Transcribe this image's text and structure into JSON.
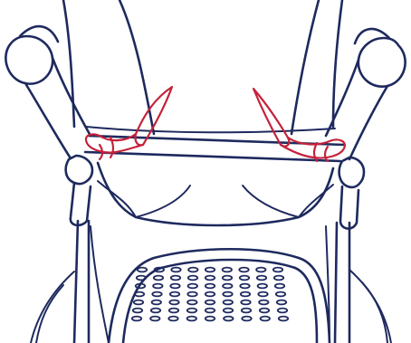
{
  "illustration": {
    "subject": "stroller-seat-strap-attachment",
    "colors": {
      "outline": "#1e2a5e",
      "strap": "#c4223a",
      "background": "#ffffff"
    },
    "seat_mesh": {
      "rows": 7,
      "holes_per_row": 9
    }
  }
}
